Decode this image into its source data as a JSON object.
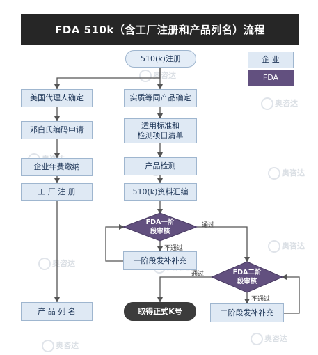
{
  "title": "FDA 510k（含工厂注册和产品列名）流程",
  "legend": {
    "company": "企 业",
    "fda": "FDA"
  },
  "nodes": {
    "start": "510(k)注册",
    "us_agent": "美国代理人确定",
    "duns": "邓白氏编码申请",
    "annual_fee": "企业年费缴纳",
    "factory_reg": "工 厂 注 册",
    "product_listing": "产 品 列 名",
    "equivalent": "实质等同产品确定",
    "standards": "适用标准和\n检测项目清单",
    "testing": "产品检测",
    "compile": "510(k)资料汇编",
    "review1": "FDA一阶\n段审核",
    "supplement1": "一阶段发补补充",
    "review2": "FDA二阶\n段审核",
    "supplement2": "二阶段发补补充",
    "k_number": "取得正式K号"
  },
  "edge_labels": {
    "pass1": "通过",
    "fail1": "不通过",
    "pass2": "通过",
    "fail2": "不通过"
  },
  "watermark": "奥咨达",
  "colors": {
    "process_fill": "#dfe9f4",
    "process_border": "#9fb6cf",
    "fda": "#62507f",
    "arrow": "#555555",
    "title_bg": "#262626"
  }
}
